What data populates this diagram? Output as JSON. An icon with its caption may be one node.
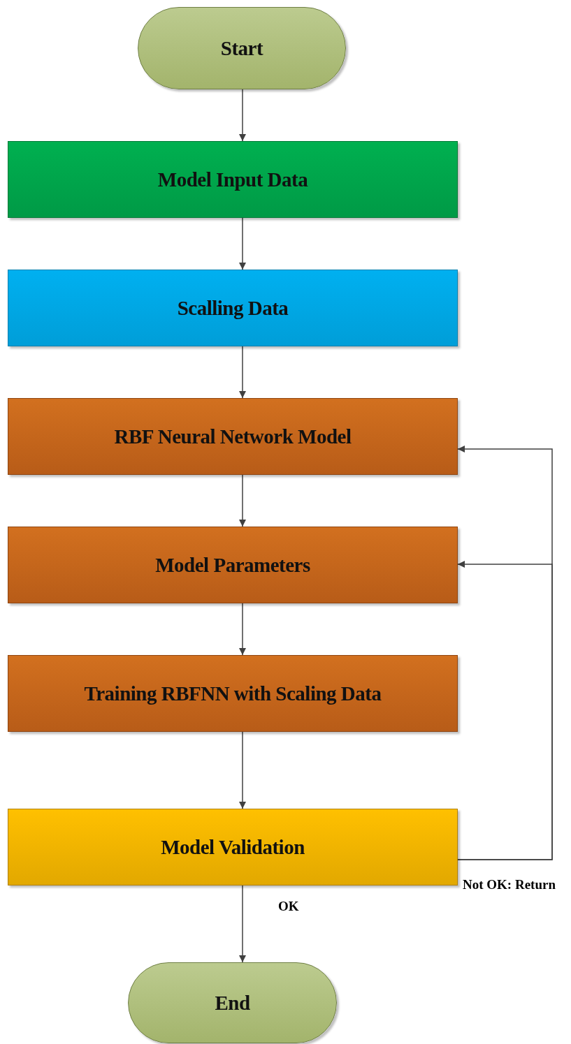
{
  "diagram": {
    "nodes": [
      {
        "text": [
          "Start"
        ]
      },
      {
        "text": [
          "Model Input Data"
        ]
      },
      {
        "text": [
          "Scalling Data"
        ]
      },
      {
        "text": [
          "RBF Neural Network Model"
        ]
      },
      {
        "text": [
          "Model Parameters"
        ]
      },
      {
        "text": [
          "Training RBFNN with Scaling Data"
        ]
      },
      {
        "text": [
          "Model Validation"
        ]
      },
      {
        "text": [
          "End"
        ]
      }
    ],
    "edges": [
      {
        "from": 0,
        "to": 1,
        "arrow": "to"
      },
      {
        "from": 1,
        "to": 2,
        "arrow": "to"
      },
      {
        "from": 2,
        "to": 3,
        "arrow": "to"
      },
      {
        "from": 3,
        "to": 4,
        "arrow": "to"
      },
      {
        "from": 4,
        "to": 5,
        "arrow": "to"
      },
      {
        "from": 5,
        "to": 6,
        "arrow": "to"
      },
      {
        "from": 6,
        "to": 7,
        "arrow": "to",
        "label": "OK"
      },
      {
        "from": 6,
        "to": 3,
        "arrow": "to",
        "label": "Not OK: Return"
      },
      {
        "from": 6,
        "to": 4,
        "arrow": "to"
      }
    ]
  }
}
